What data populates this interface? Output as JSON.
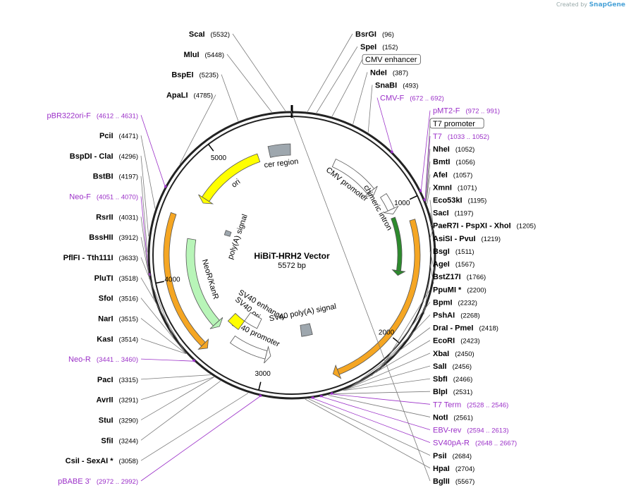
{
  "watermark": {
    "prefix": "Created by",
    "brand": "SnapGene"
  },
  "title": "HiBiT-HRH2 Vector",
  "subtitle": "5572 bp",
  "length": 5572,
  "colors": {
    "site": "#000000",
    "primer": "#9b30c8",
    "ori": "#ffff00",
    "kan": "#b8f5b8",
    "orange": "#f5a623",
    "green": "#2d8a2d",
    "grey": "#9ea7ae"
  },
  "ticks": [
    "1000",
    "2000",
    "3000",
    "4000",
    "5000"
  ],
  "tick_positions": [
    1000,
    2000,
    3000,
    4000,
    5000
  ],
  "sites": [
    {
      "name": "BglII",
      "pos": "(5567)",
      "bp": 5567,
      "side": "R"
    },
    {
      "name": "BsrGI",
      "pos": "(96)",
      "bp": 96,
      "side": "R"
    },
    {
      "name": "SpeI",
      "pos": "(152)",
      "bp": 152,
      "side": "R"
    },
    {
      "name": "NdeI",
      "pos": "(387)",
      "bp": 387,
      "side": "R"
    },
    {
      "name": "SnaBI",
      "pos": "(493)",
      "bp": 493,
      "side": "R"
    },
    {
      "name": "NheI",
      "pos": "(1052)",
      "bp": 1052,
      "side": "R"
    },
    {
      "name": "BmtI",
      "pos": "(1056)",
      "bp": 1056,
      "side": "R"
    },
    {
      "name": "AfeI",
      "pos": "(1057)",
      "bp": 1057,
      "side": "R"
    },
    {
      "name": "XmnI",
      "pos": "(1071)",
      "bp": 1071,
      "side": "R"
    },
    {
      "name": "Eco53kI",
      "pos": "(1195)",
      "bp": 1195,
      "side": "R"
    },
    {
      "name": "SacI",
      "pos": "(1197)",
      "bp": 1197,
      "side": "R"
    },
    {
      "name": "PaeR7I - PspXI - XhoI",
      "pos": "(1205)",
      "bp": 1205,
      "side": "R"
    },
    {
      "name": "AsiSI - PvuI",
      "pos": "(1219)",
      "bp": 1219,
      "side": "R"
    },
    {
      "name": "BsgI",
      "pos": "(1511)",
      "bp": 1511,
      "side": "R"
    },
    {
      "name": "AgeI",
      "pos": "(1567)",
      "bp": 1567,
      "side": "R"
    },
    {
      "name": "BstZ17I",
      "pos": "(1766)",
      "bp": 1766,
      "side": "R"
    },
    {
      "name": "PpuMI *",
      "pos": "(2200)",
      "bp": 2200,
      "side": "R"
    },
    {
      "name": "BpmI",
      "pos": "(2232)",
      "bp": 2232,
      "side": "R"
    },
    {
      "name": "PshAI",
      "pos": "(2268)",
      "bp": 2268,
      "side": "R"
    },
    {
      "name": "DraI - PmeI",
      "pos": "(2418)",
      "bp": 2418,
      "side": "R"
    },
    {
      "name": "EcoRI",
      "pos": "(2423)",
      "bp": 2423,
      "side": "R"
    },
    {
      "name": "XbaI",
      "pos": "(2450)",
      "bp": 2450,
      "side": "R"
    },
    {
      "name": "SalI",
      "pos": "(2456)",
      "bp": 2456,
      "side": "R"
    },
    {
      "name": "SbfI",
      "pos": "(2466)",
      "bp": 2466,
      "side": "R"
    },
    {
      "name": "BlpI",
      "pos": "(2531)",
      "bp": 2531,
      "side": "R"
    },
    {
      "name": "NotI",
      "pos": "(2561)",
      "bp": 2561,
      "side": "R"
    },
    {
      "name": "PsiI",
      "pos": "(2684)",
      "bp": 2684,
      "side": "R"
    },
    {
      "name": "HpaI",
      "pos": "(2704)",
      "bp": 2704,
      "side": "R"
    },
    {
      "name": "ScaI",
      "pos": "(5532)",
      "bp": 5532,
      "side": "L"
    },
    {
      "name": "MluI",
      "pos": "(5448)",
      "bp": 5448,
      "side": "L"
    },
    {
      "name": "BspEI",
      "pos": "(5235)",
      "bp": 5235,
      "side": "L"
    },
    {
      "name": "ApaLI",
      "pos": "(4785)",
      "bp": 4785,
      "side": "L"
    },
    {
      "name": "PciI",
      "pos": "(4471)",
      "bp": 4471,
      "side": "L"
    },
    {
      "name": "BspDI - ClaI",
      "pos": "(4296)",
      "bp": 4296,
      "side": "L"
    },
    {
      "name": "BstBI",
      "pos": "(4197)",
      "bp": 4197,
      "side": "L"
    },
    {
      "name": "RsrII",
      "pos": "(4031)",
      "bp": 4031,
      "side": "L"
    },
    {
      "name": "BssHII",
      "pos": "(3912)",
      "bp": 3912,
      "side": "L"
    },
    {
      "name": "PflFI - Tth111I",
      "pos": "(3633)",
      "bp": 3633,
      "side": "L"
    },
    {
      "name": "PluTI",
      "pos": "(3518)",
      "bp": 3518,
      "side": "L"
    },
    {
      "name": "SfoI",
      "pos": "(3516)",
      "bp": 3516,
      "side": "L"
    },
    {
      "name": "NarI",
      "pos": "(3515)",
      "bp": 3515,
      "side": "L"
    },
    {
      "name": "KasI",
      "pos": "(3514)",
      "bp": 3514,
      "side": "L"
    },
    {
      "name": "PacI",
      "pos": "(3315)",
      "bp": 3315,
      "side": "L"
    },
    {
      "name": "AvrII",
      "pos": "(3291)",
      "bp": 3291,
      "side": "L"
    },
    {
      "name": "StuI",
      "pos": "(3290)",
      "bp": 3290,
      "side": "L"
    },
    {
      "name": "SfiI",
      "pos": "(3244)",
      "bp": 3244,
      "side": "L"
    },
    {
      "name": "CsiI - SexAI *",
      "pos": "(3058)",
      "bp": 3058,
      "side": "L"
    }
  ],
  "primers": [
    {
      "name": "CMV-F",
      "pos": "(672 .. 692)",
      "bp": 682,
      "side": "R"
    },
    {
      "name": "pMT2-F",
      "pos": "(972 .. 991)",
      "bp": 981,
      "side": "R"
    },
    {
      "name": "T7",
      "pos": "(1033 .. 1052)",
      "bp": 1042,
      "side": "R"
    },
    {
      "name": "T7 Term",
      "pos": "(2528 .. 2546)",
      "bp": 2537,
      "side": "R"
    },
    {
      "name": "EBV-rev",
      "pos": "(2594 .. 2613)",
      "bp": 2603,
      "side": "R"
    },
    {
      "name": "SV40pA-R",
      "pos": "(2648 .. 2667)",
      "bp": 2657,
      "side": "R"
    },
    {
      "name": "pBR322ori-F",
      "pos": "(4612 .. 4631)",
      "bp": 4621,
      "side": "L"
    },
    {
      "name": "Neo-F",
      "pos": "(4051 .. 4070)",
      "bp": 4060,
      "side": "L"
    },
    {
      "name": "Neo-R",
      "pos": "(3441 .. 3460)",
      "bp": 3450,
      "side": "L"
    },
    {
      "name": "pBABE 3'",
      "pos": "(2972 .. 2992)",
      "bp": 2982,
      "side": "L"
    }
  ],
  "boxed_features": [
    {
      "name": "CMV enhancer",
      "bp": 250
    },
    {
      "name": "T7 promoter",
      "bp": 1040
    }
  ],
  "features": [
    {
      "name": "CMV promoter",
      "start": 380,
      "end": 790,
      "kind": "arrow-cw",
      "color": "#ffffff"
    },
    {
      "name": "chimeric intron",
      "start": 880,
      "end": 1010,
      "kind": "arrow-cw",
      "color": "#ffffff"
    },
    {
      "name": "",
      "start": 1080,
      "end": 1520,
      "kind": "arrow-cw",
      "color": "#2d8a2d"
    },
    {
      "name": "",
      "start": 1140,
      "end": 2450,
      "kind": "arrow-cw",
      "color": "#f5a623"
    },
    {
      "name": "SV40 poly(A) signal",
      "start": 2560,
      "end": 2680,
      "kind": "box",
      "color": "#9ea7ae"
    },
    {
      "name": "SV40 promoter",
      "start": 3010,
      "end": 3330,
      "kind": "arrow-ccw",
      "color": "#ffffff"
    },
    {
      "name": "SV40 ori",
      "start": 3340,
      "end": 3470,
      "kind": "box",
      "color": "#ffff00"
    },
    {
      "name": "SV40 enhancer",
      "start": 3180,
      "end": 3340,
      "kind": "box",
      "color": "#ffffff"
    },
    {
      "name": "NeoR/KanR",
      "start": 3530,
      "end": 4320,
      "kind": "arrow-ccw",
      "color": "#b8f5b8"
    },
    {
      "name": "",
      "start": 3480,
      "end": 4480,
      "kind": "arrow-ccw",
      "color": "#f5a623"
    },
    {
      "name": "poly(A) signal",
      "start": 4440,
      "end": 4500,
      "kind": "box",
      "color": "#9ea7ae"
    },
    {
      "name": "ori",
      "start": 4690,
      "end": 5280,
      "kind": "arrow-ccw",
      "color": "#ffff00"
    },
    {
      "name": "cer region",
      "start": 5380,
      "end": 5560,
      "kind": "box",
      "color": "#9ea7ae"
    }
  ]
}
